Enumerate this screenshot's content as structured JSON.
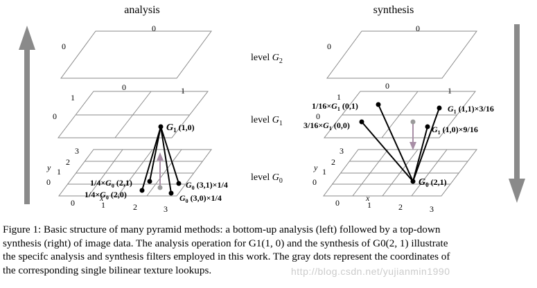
{
  "titles": {
    "left": "analysis",
    "right": "synthesis"
  },
  "levels": {
    "g2": {
      "prefix": "level ",
      "sym": "G",
      "sub": "2"
    },
    "g1": {
      "prefix": "level ",
      "sym": "G",
      "sub": "1"
    },
    "g0": {
      "prefix": "level ",
      "sym": "G",
      "sub": "0"
    }
  },
  "grid_labels": {
    "zero": "0",
    "one": "1",
    "two": "2",
    "three": "3",
    "x": "x",
    "y": "y"
  },
  "analysis": {
    "target": {
      "sym": "G",
      "sub": "1",
      "args": " (1,0)"
    },
    "w21": {
      "pre": "1/4×",
      "sym": "G",
      "sub": "0",
      "args": " (2,1)"
    },
    "w20": {
      "pre": "1/4×",
      "sym": "G",
      "sub": "0",
      "args": " (2,0)"
    },
    "w31": {
      "sym": "G",
      "sub": "0",
      "args": " (3,1)×1/4"
    },
    "w30": {
      "sym": "G",
      "sub": "0",
      "args": " (3,0)×1/4"
    }
  },
  "synthesis": {
    "target": {
      "sym": "G",
      "sub": "0",
      "args": " (2,1)"
    },
    "s01": {
      "pre": "1/16×",
      "sym": "G",
      "sub": "1",
      "args": " (0,1)"
    },
    "s00": {
      "pre": "3/16×",
      "sym": "G",
      "sub": "1",
      "args": " (0,0)"
    },
    "s11": {
      "sym": "G",
      "sub": "1",
      "args": " (1,1)×3/16"
    },
    "s10": {
      "sym": "G",
      "sub": "1",
      "args": " (1,0)×9/16"
    }
  },
  "colors": {
    "arrow_gray": "#8a8a8a",
    "lookup_purple": "#a88ea6",
    "lookup_dot": "#9a9a9a"
  },
  "caption": {
    "line1": "Figure 1: Basic structure of many pyramid methods: a bottom-up analysis (left) followed by a top-down",
    "line2": "synthesis (right) of image data. The analysis operation for G1(1, 0) and the synthesis of G0(2, 1) illustrate",
    "line3": "the specifc analysis and synthesis filters employed in this work. The gray dots represent the coordinates of",
    "line4": "the corresponding single bilinear texture lookups."
  },
  "watermark": "http://blog.csdn.net/yujianmin1990"
}
